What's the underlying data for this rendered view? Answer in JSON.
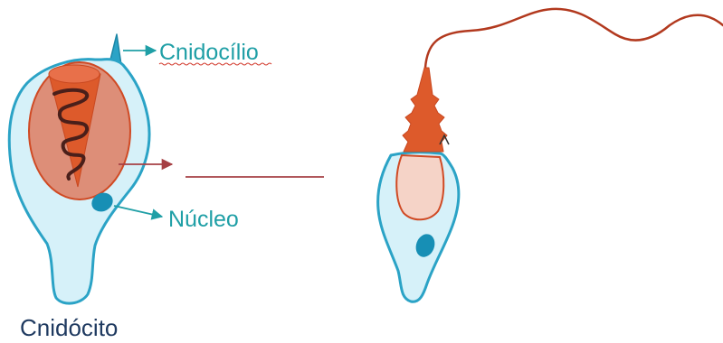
{
  "labels": {
    "cnidocil": "Cnidocílio",
    "nucleus": "Núcleo",
    "cell_title": "Cnidócito"
  },
  "colors": {
    "cell_fill": "#d6f1f9",
    "cell_outline": "#2ba3c6",
    "capsule_fill": "#dd8e78",
    "capsule_outline": "#d04a24",
    "thread_orange": "#dd5a2b",
    "coil_dark": "#4a1f1a",
    "nucleus": "#178fb5",
    "teal_text": "#1f9fa6",
    "navy_text": "#1f3a60",
    "blank_line": "#a64044",
    "filament": "#b2391e",
    "spell_underline": "#d23b2e"
  }
}
